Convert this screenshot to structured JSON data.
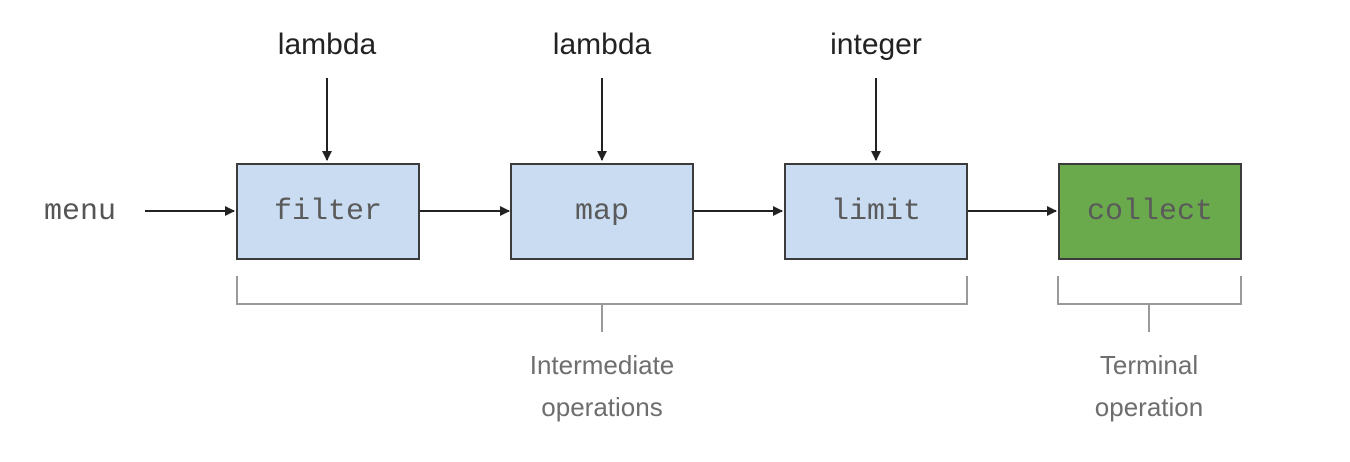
{
  "source_label": "menu",
  "operations": [
    {
      "name": "filter",
      "argument": "lambda"
    },
    {
      "name": "map",
      "argument": "lambda"
    },
    {
      "name": "limit",
      "argument": "integer"
    },
    {
      "name": "collect",
      "argument": ""
    }
  ],
  "groups": {
    "intermediate": {
      "line1": "Intermediate",
      "line2": "operations"
    },
    "terminal": {
      "line1": "Terminal",
      "line2": "operation"
    }
  },
  "colors": {
    "intermediate_fill": "#c9dcf2",
    "terminal_fill": "#6aaa4c",
    "stroke": "#3b3b3b",
    "bracket": "#9a9a9a",
    "caption_text": "#6e6e6e"
  }
}
